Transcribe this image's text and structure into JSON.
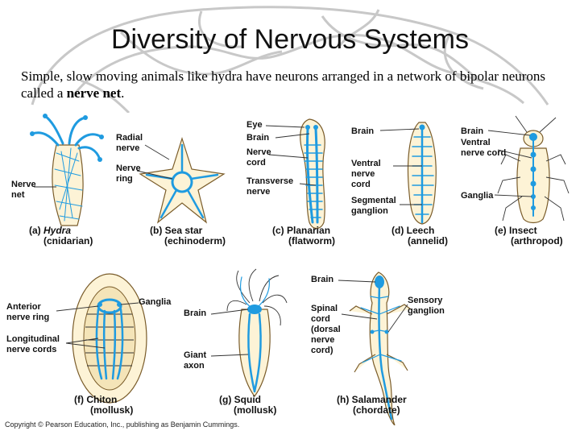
{
  "slide": {
    "title": "Diversity of Nervous Systems",
    "intro_before": "Simple, slow moving animals like hydra have neurons arranged in a network of bipolar neurons called a ",
    "intro_bold": "nerve net",
    "intro_after": ".",
    "copyright": "Copyright © Pearson Education, Inc., publishing as Benjamin Cummings."
  },
  "panels": {
    "hydra": {
      "caption_letter": "(a)",
      "caption_name": "Hydra",
      "caption_group": "(cnidarian)",
      "label_nerve_net_1": "Nerve",
      "label_nerve_net_2": "net"
    },
    "sea_star": {
      "caption_1": "(b) Sea star",
      "caption_2": "(echinoderm)",
      "label_radial_1": "Radial",
      "label_radial_2": "nerve",
      "label_ring_1": "Nerve",
      "label_ring_2": "ring"
    },
    "planarian": {
      "caption_1": "(c) Planarian",
      "caption_2": "(flatworm)",
      "label_eye": "Eye",
      "label_brain": "Brain",
      "label_cord_1": "Nerve",
      "label_cord_2": "cord",
      "label_transverse_1": "Transverse",
      "label_transverse_2": "nerve"
    },
    "leech": {
      "caption_1": "(d) Leech",
      "caption_2": "(annelid)",
      "label_brain": "Brain",
      "label_ventral_1": "Ventral",
      "label_ventral_2": "nerve",
      "label_ventral_3": "cord",
      "label_segmental_1": "Segmental",
      "label_segmental_2": "ganglion"
    },
    "insect": {
      "caption_1": "(e) Insect",
      "caption_2": "(arthropod)",
      "label_brain": "Brain",
      "label_ventral_1": "Ventral",
      "label_ventral_2": "nerve cord",
      "label_ganglia": "Ganglia"
    },
    "chiton": {
      "caption_1": "(f) Chiton",
      "caption_2": "(mollusk)",
      "label_anterior_1": "Anterior",
      "label_anterior_2": "nerve ring",
      "label_ganglia": "Ganglia",
      "label_longitudinal_1": "Longitudinal",
      "label_longitudinal_2": "nerve cords"
    },
    "squid": {
      "caption_1": "(g) Squid",
      "caption_2": "(mollusk)",
      "label_brain": "Brain",
      "label_giant_1": "Giant",
      "label_giant_2": "axon"
    },
    "salamander": {
      "caption_1": "(h) Salamander",
      "caption_2": "(chordate)",
      "label_brain": "Brain",
      "label_spinal_1": "Spinal",
      "label_spinal_2": "cord",
      "label_spinal_3": "(dorsal",
      "label_spinal_4": "nerve",
      "label_spinal_5": "cord)",
      "label_sensory_1": "Sensory",
      "label_sensory_2": "ganglion"
    }
  },
  "colors": {
    "nerve": "#1f9be0",
    "nerve_light": "#8fd0f2",
    "body_fill": "#fdf3d6",
    "body_stroke": "#7a5c2a",
    "outline": "#333333",
    "brain_bg": "#c8c8c8"
  }
}
